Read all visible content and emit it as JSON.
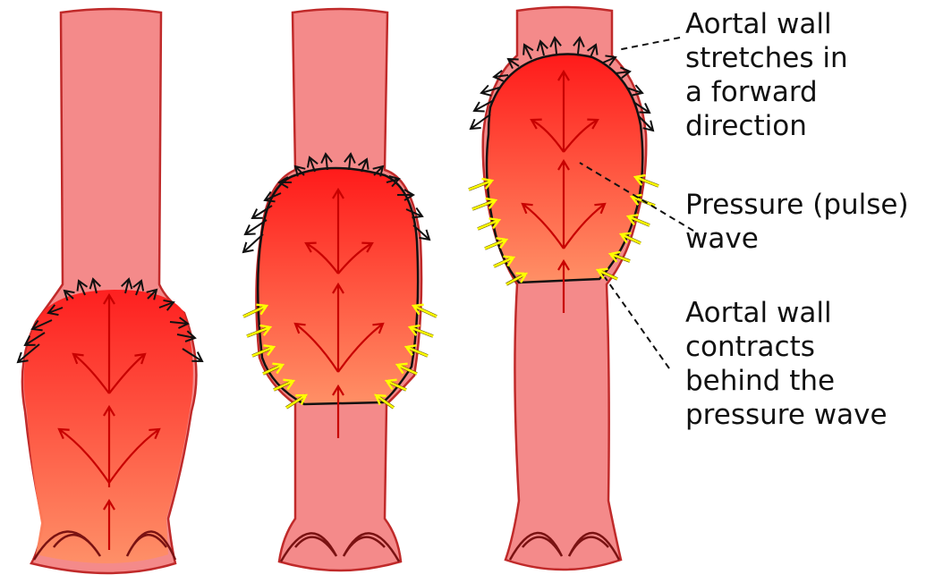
{
  "colors": {
    "aorta_wall": "#f48a8a",
    "aorta_outline": "#c02a2a",
    "wave_top": "#ff1a1a",
    "wave_bottom": "#ff9066",
    "flow_arrow": "#c80000",
    "stretch_arrow": "#111111",
    "contract_arrow": "#ffff00",
    "valve": "#7a1212"
  },
  "annotations": {
    "stretch": [
      "Aortal wall",
      "stretches in",
      "a forward",
      "direction"
    ],
    "pulse": [
      "Pressure (pulse)",
      "wave"
    ],
    "contract": [
      "Aortal wall",
      "contracts",
      "behind the",
      "pressure wave"
    ]
  },
  "panels": [
    {
      "stage": 1,
      "contraction_arrows": false
    },
    {
      "stage": 2,
      "contraction_arrows": true
    },
    {
      "stage": 3,
      "contraction_arrows": true
    }
  ]
}
